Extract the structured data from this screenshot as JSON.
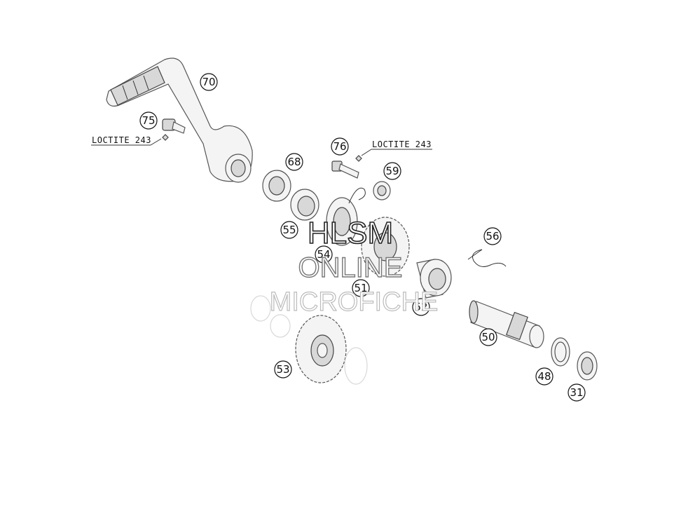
{
  "callouts": {
    "c70": "70",
    "c75": "75",
    "c68": "68",
    "c76": "76",
    "c59": "59",
    "c55": "55",
    "c54": "54",
    "c51": "51",
    "c56": "56",
    "c52": "52",
    "c50": "50",
    "c53": "53",
    "c48": "48",
    "c31": "31"
  },
  "notes": {
    "loctite_left": "LOCTITE 243",
    "loctite_right": "LOCTITE 243"
  },
  "watermark": {
    "line1": "HLSM",
    "line2": "ONLINE",
    "line3": "MICROFICHE"
  },
  "colors": {
    "line": "#333333",
    "watermark_stroke": "#222222",
    "background": "#ffffff"
  }
}
